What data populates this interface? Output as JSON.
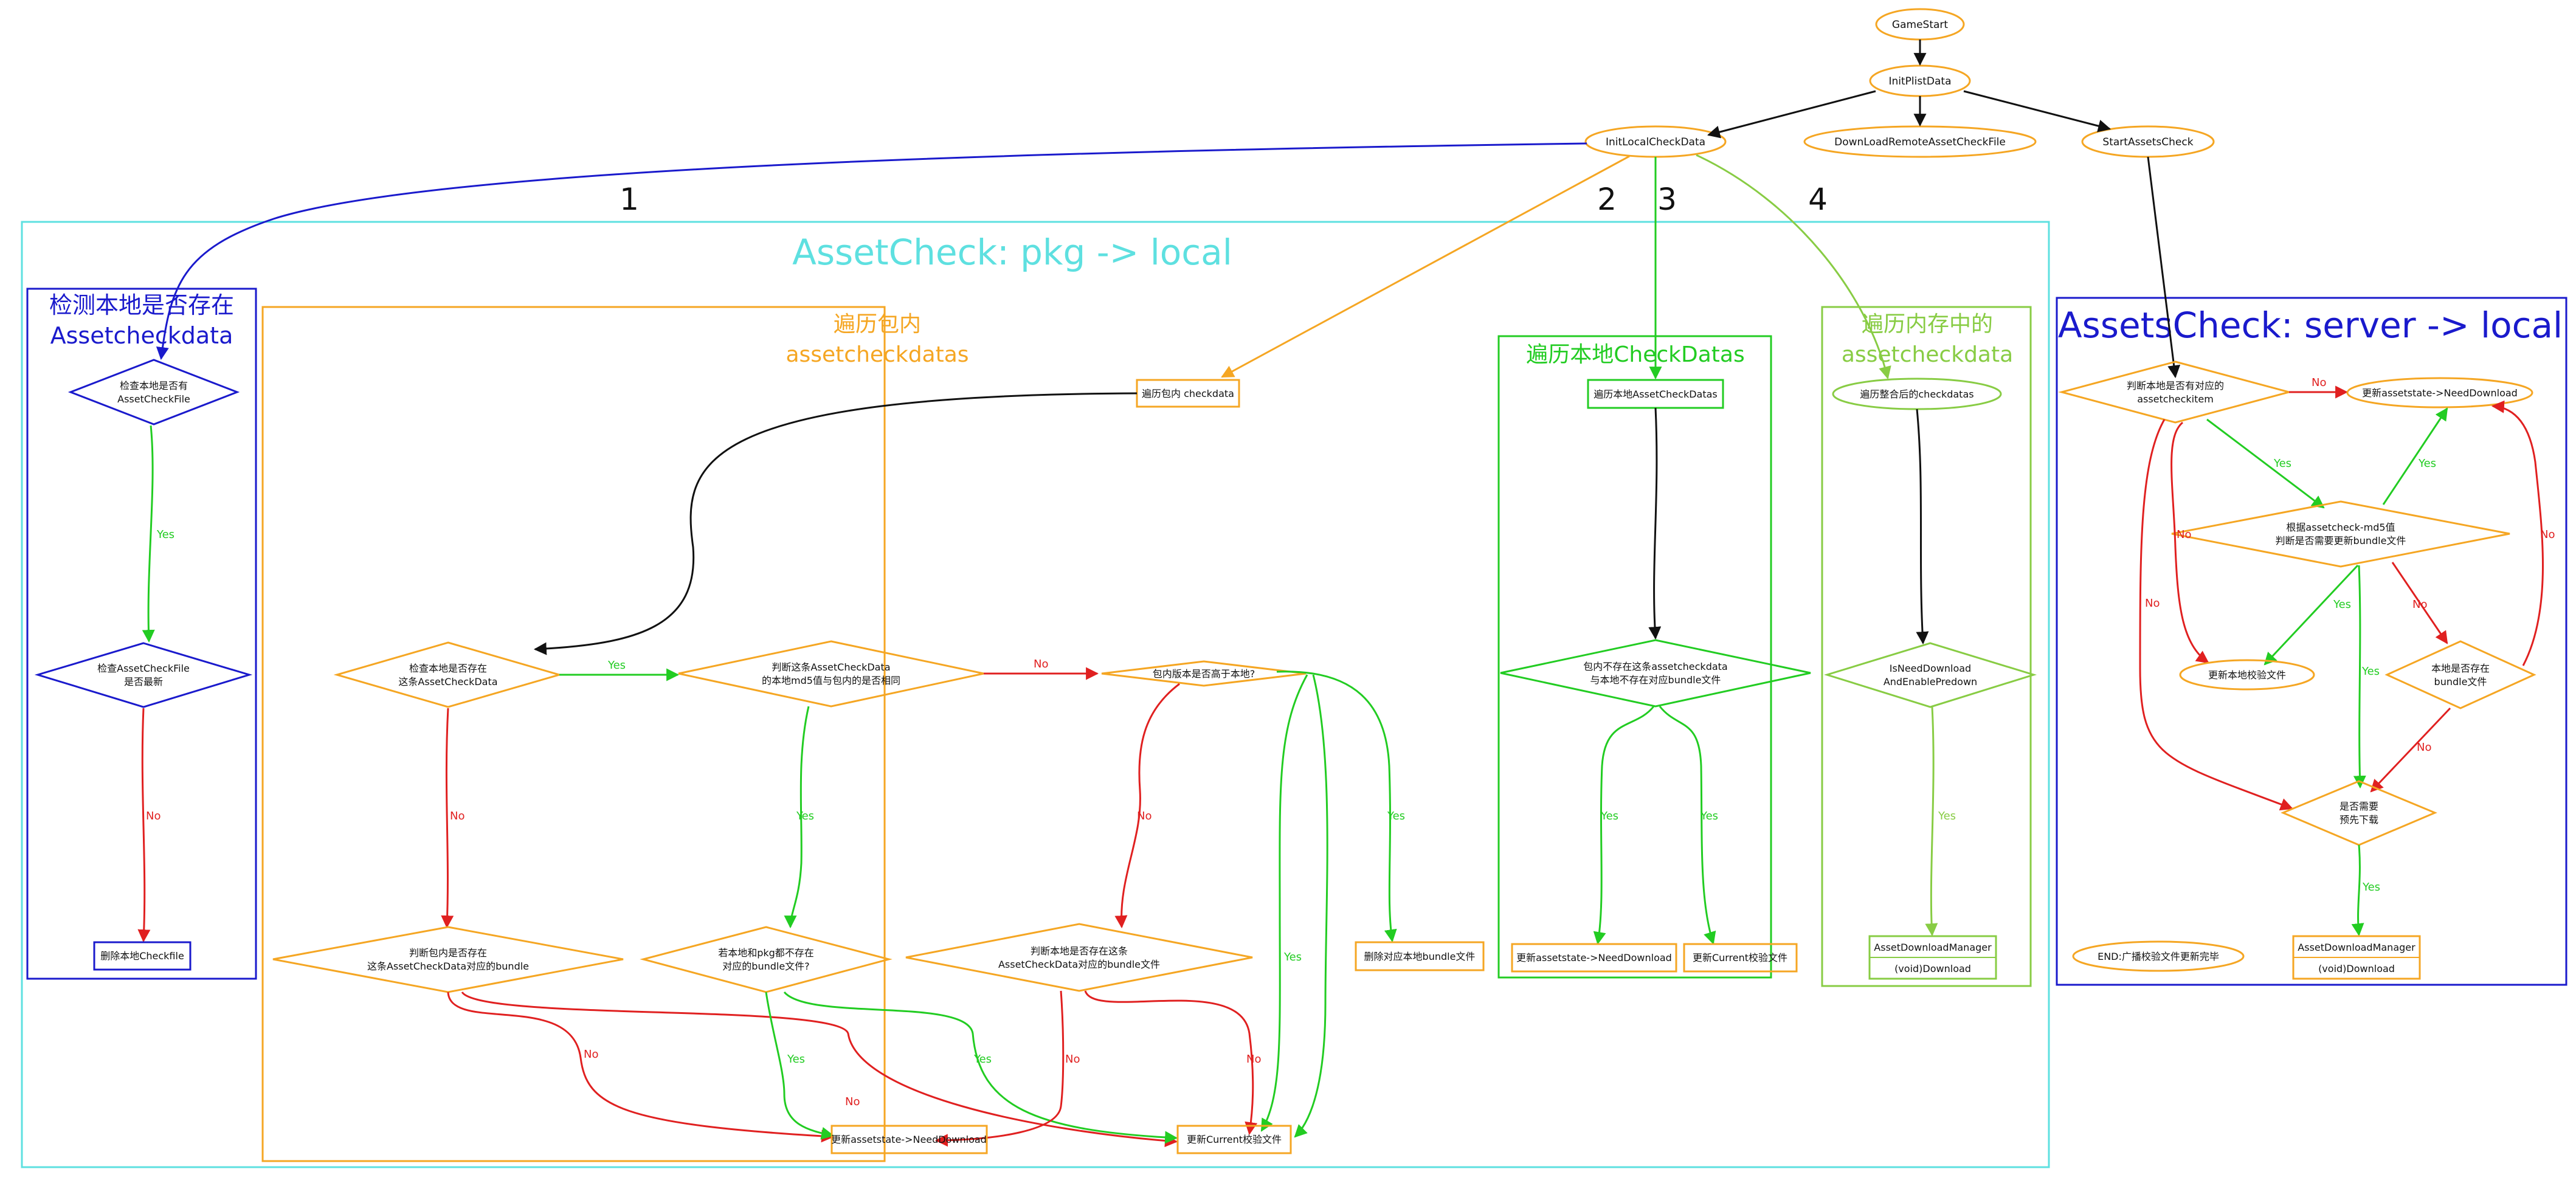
{
  "colors": {
    "orange": "#f5a623",
    "blue": "#1a1acc",
    "cyan": "#5ee0e0",
    "green": "#22cc22",
    "lightgreen": "#88cc44",
    "red": "#e02020",
    "black": "#111111"
  },
  "top": {
    "game_start": "GameStart",
    "init_plist": "InitPlistData",
    "init_local": "InitLocalCheckData",
    "download_remote": "DownLoadRemoteAssetCheckFile",
    "start_assets_check": "StartAssetsCheck"
  },
  "step_numbers": [
    "1",
    "2",
    "3",
    "4"
  ],
  "region_pkg": {
    "title": "AssetCheck: pkg -> local"
  },
  "region_server": {
    "title": "AssetsCheck: server -> local"
  },
  "section1": {
    "title_line1": "检测本地是否存在",
    "title_line2": "Assetcheckdata",
    "node_check_file_line1": "检查本地是否有",
    "node_check_file_line2": "AssetCheckFile",
    "node_latest_line1": "检查AssetCheckFile",
    "node_latest_line2": "是否最新",
    "node_delete": "删除本地Checkfile",
    "yes": "Yes",
    "no": "No"
  },
  "section2": {
    "title_line1": "遍历包内",
    "title_line2": "assetcheckdatas",
    "node_traverse": "遍历包内 checkdata",
    "d1_line1": "检查本地是否存在",
    "d1_line2": "这条AssetCheckData",
    "d2_line1": "判断这条AssetCheckData",
    "d2_line2": "的本地md5值与包内的是否相同",
    "d3": "包内版本是否高于本地?",
    "d4_line1": "判断包内是否存在",
    "d4_line2": "这条AssetCheckData对应的bundle",
    "d5_line1": "若本地和pkg都不存在",
    "d5_line2": "对应的bundle文件?",
    "d6_line1": "判断本地是否存在这条",
    "d6_line2": "AssetCheckData对应的bundle文件",
    "node_delete_bundle": "删除对应本地bundle文件",
    "node_need_download": "更新assetstate->NeedDownload",
    "node_update_current": "更新Current校验文件",
    "yes": "Yes",
    "no": "No"
  },
  "section3": {
    "title": "遍历本地CheckDatas",
    "node_traverse": "遍历本地AssetCheckDatas",
    "d1_line1": "包内不存在这条assetcheckdata",
    "d1_line2": "与本地不存在对应bundle文件",
    "node_need_download": "更新assetstate->NeedDownload",
    "node_update_current": "更新Current校验文件",
    "yes": "Yes"
  },
  "section4": {
    "title_line1": "遍历内存中的",
    "title_line2": "assetcheckdata",
    "node_traverse": "遍历整合后的checkdatas",
    "d1_line1": "IsNeedDownload",
    "d1_line2": "AndEnablePredown",
    "node_manager_line1": "AssetDownloadManager",
    "node_manager_line2": "(void)Download",
    "yes": "Yes"
  },
  "section5": {
    "d1_line1": "判断本地是否有对应的",
    "d1_line2": "assetcheckitem",
    "node_need_download": "更新assetstate->NeedDownload",
    "d2_line1": "根据assetcheck-md5值",
    "d2_line2": "判断是否需要更新bundle文件",
    "node_update_local": "更新本地校验文件",
    "d3_line1": "本地是否存在",
    "d3_line2": "bundle文件",
    "d4_line1": "是否需要",
    "d4_line2": "预先下载",
    "node_end": "END:广播校验文件更新完毕",
    "node_manager_line1": "AssetDownloadManager",
    "node_manager_line2": "(void)Download",
    "yes": "Yes",
    "no": "No"
  }
}
